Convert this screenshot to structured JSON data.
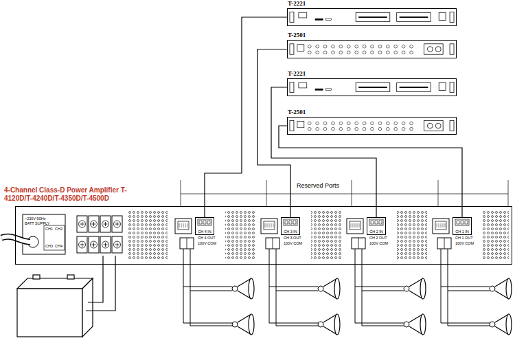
{
  "diagram": {
    "nodes": [
      {
        "text": [
          "T-2221"
        ]
      },
      {
        "text": [
          "T-2501"
        ]
      },
      {
        "text": [
          "T-2221"
        ]
      },
      {
        "text": [
          "T-2501"
        ]
      },
      {
        "text": [
          "4-Channel Class-D Power Amplifier T-4120D/T-4240D/T-4350D/T-4500D"
        ]
      },
      {
        "text": [
          "CH 4 IN"
        ],
        "in": 4
      },
      {
        "text": [
          "CH 3 IN"
        ],
        "in": 4
      },
      {
        "text": [
          "CH 2 IN"
        ],
        "in": 4
      },
      {
        "text": [
          "CH 1 IN"
        ],
        "in": 4
      }
    ],
    "edges": [
      {
        "from": 0,
        "to": 5,
        "arrow": "none"
      },
      {
        "from": 1,
        "to": 6,
        "arrow": "none"
      },
      {
        "from": 2,
        "to": 7,
        "arrow": "none"
      },
      {
        "from": 3,
        "to": 8,
        "arrow": "none"
      }
    ],
    "labels": [
      "Reserved Ports",
      "~230V 50Hz",
      "BATT SUPPLY",
      "CH1",
      "CH2",
      "CH3",
      "CH4",
      "CH 4 OUT",
      "100V COM",
      "CH 3 OUT",
      "100V COM",
      "CH 2 OUT",
      "100V COM",
      "CH 1 OUT",
      "100V COM"
    ]
  }
}
